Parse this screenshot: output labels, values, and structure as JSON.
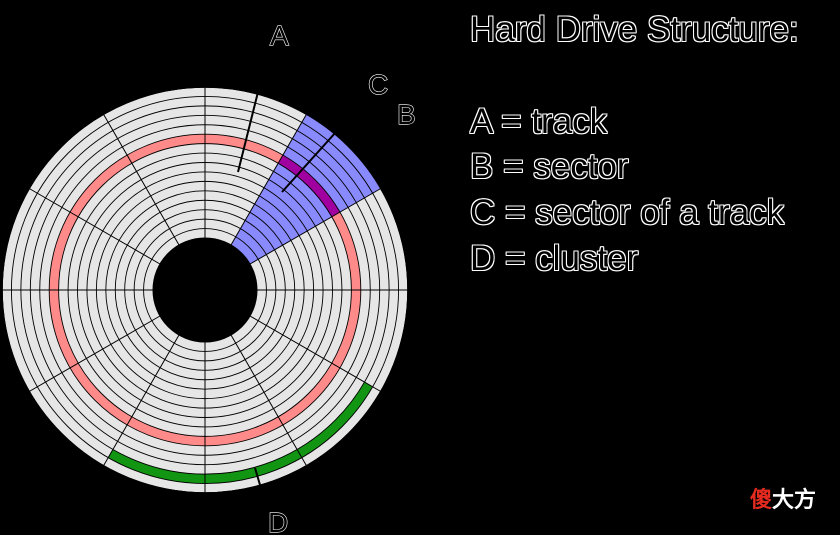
{
  "title": "Hard Drive Structure:",
  "legend": [
    {
      "key": "A",
      "sep": " = ",
      "text": "track"
    },
    {
      "key": "B",
      "sep": " = ",
      "text": "sector"
    },
    {
      "key": "C",
      "sep": " = ",
      "text": "sector of a track"
    },
    {
      "key": "D",
      "sep": " = ",
      "text": "cluster"
    }
  ],
  "labels": {
    "a": "A",
    "b": "B",
    "c": "C",
    "d": "D"
  },
  "watermark": {
    "part1": "傻",
    "part2": "大方"
  },
  "colors": {
    "background": "#000000",
    "disc_fill": "#e6e6e6",
    "track": "#ff8a8a",
    "sector": "#8a8aff",
    "sector_of_track": "#a000a0",
    "cluster": "#129512",
    "hub": "#000000"
  }
}
